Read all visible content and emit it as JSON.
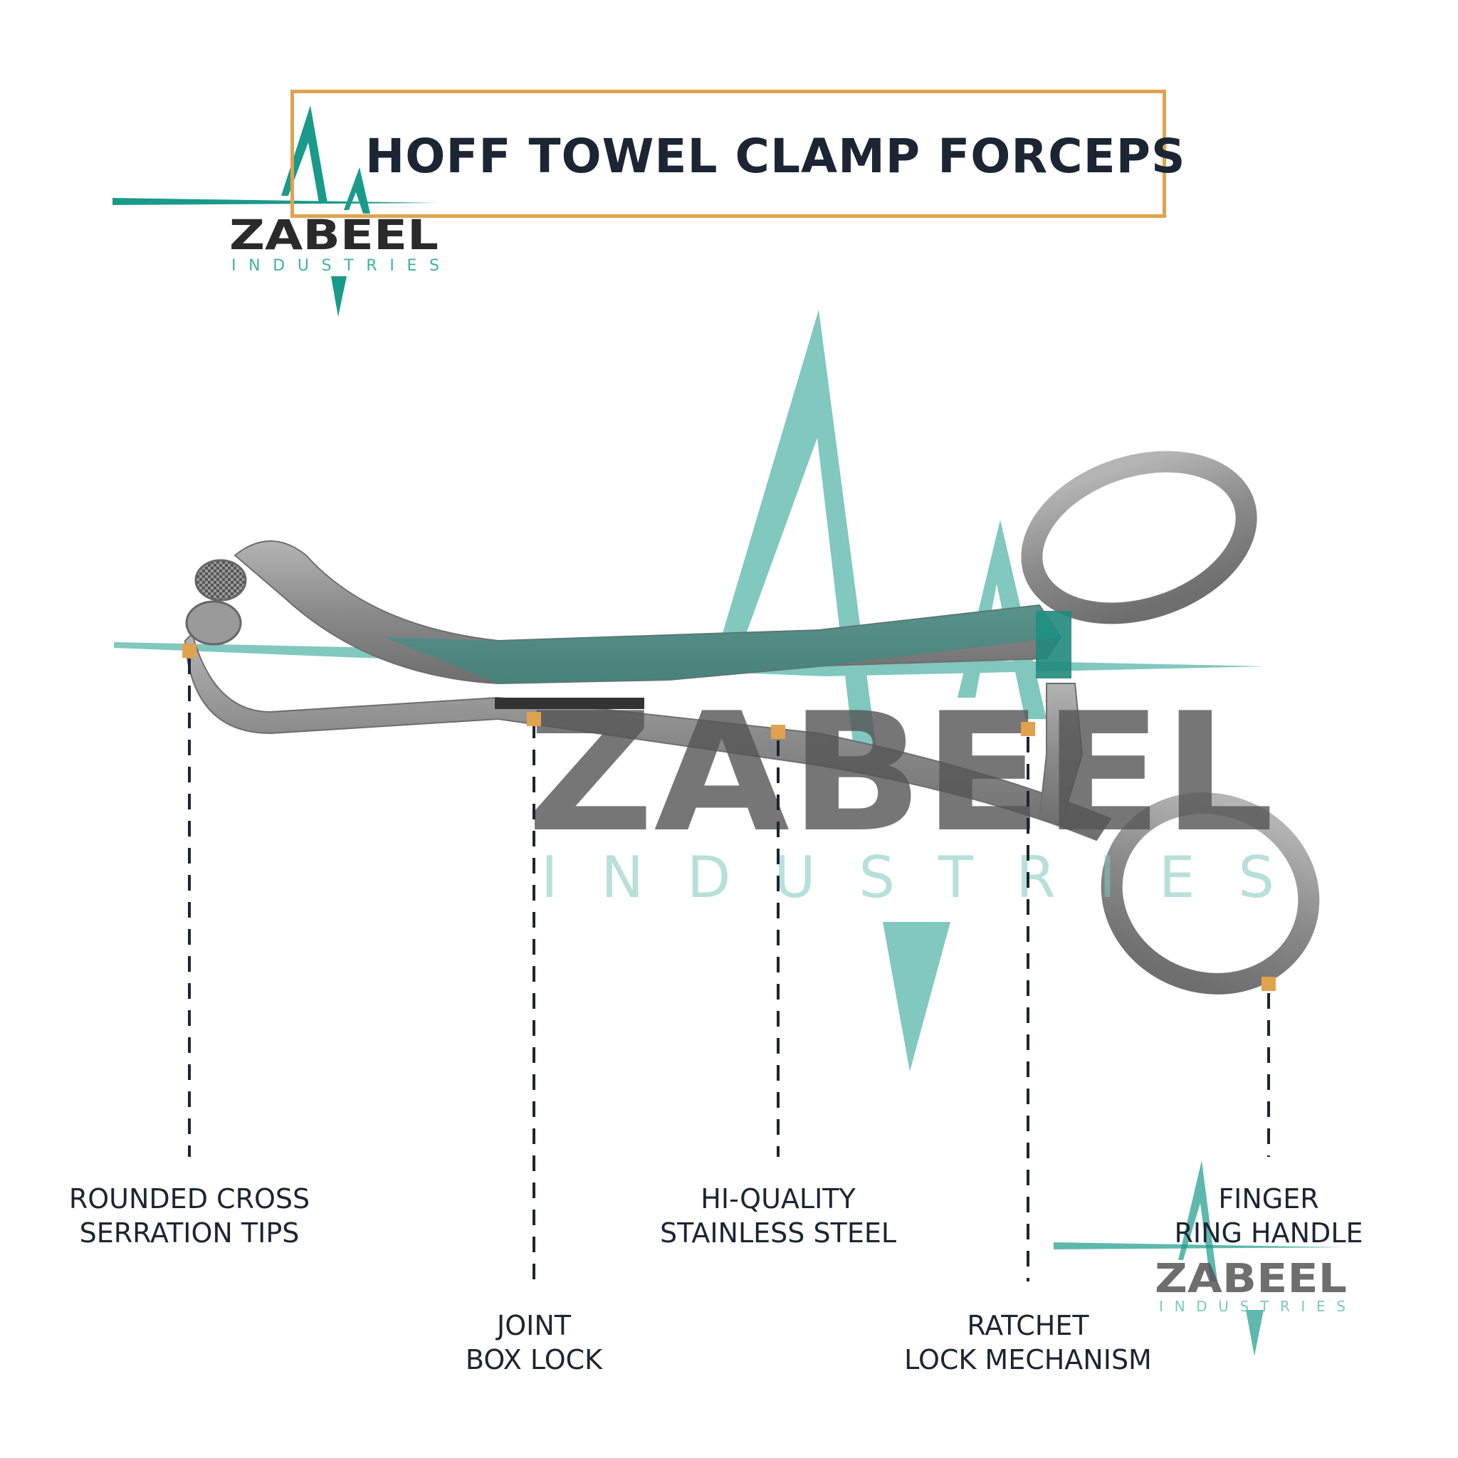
{
  "title": "HOFF TOWEL CLAMP FORCEPS",
  "brand": {
    "name": "ZABEEL",
    "subtitle": "INDUSTRIES"
  },
  "colors": {
    "accent_border": "#e0a24e",
    "marker": "#e0a24e",
    "brand_teal": "#1a9a8a",
    "watermark_teal": "#7fc8bd",
    "text": "#1c2533",
    "steel": "#8c8c8c"
  },
  "callouts": [
    {
      "id": "tips",
      "lines": [
        "ROUNDED CROSS",
        "SERRATION TIPS"
      ]
    },
    {
      "id": "box-lock",
      "lines": [
        "JOINT",
        "BOX LOCK"
      ]
    },
    {
      "id": "steel",
      "lines": [
        "HI-QUALITY",
        "STAINLESS STEEL"
      ]
    },
    {
      "id": "ratchet",
      "lines": [
        "RATCHET",
        "LOCK MECHANISM"
      ]
    },
    {
      "id": "handle",
      "lines": [
        "FINGER",
        "RING HANDLE"
      ]
    }
  ]
}
